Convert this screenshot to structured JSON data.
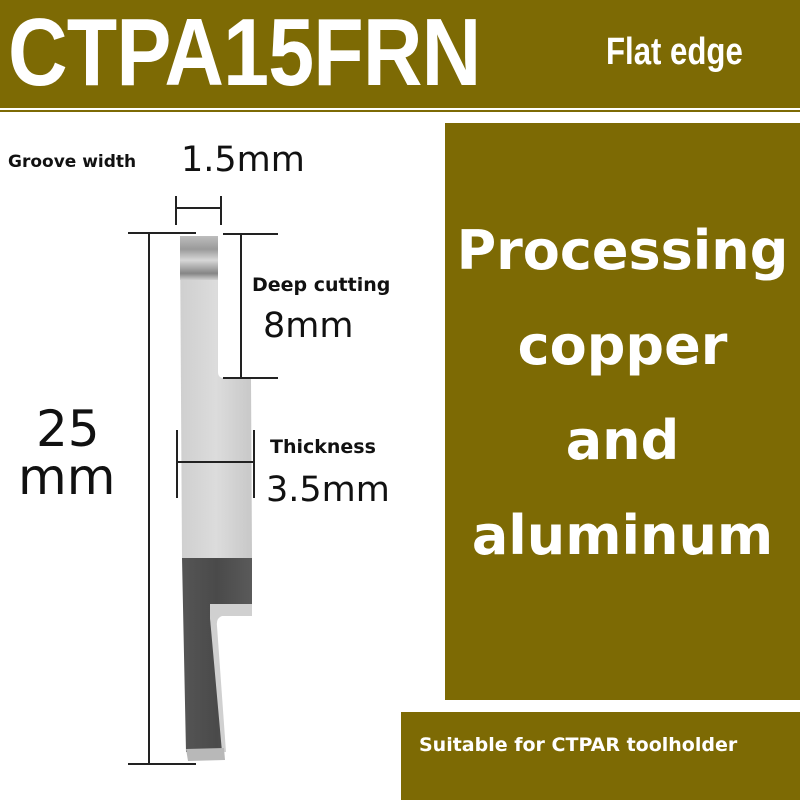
{
  "header": {
    "title": "CTPA15FRN",
    "subtitle": "Flat edge",
    "background_color": "#7d6a04"
  },
  "dimensions": {
    "groove_width": {
      "label": "Groove width",
      "value": "1.5mm"
    },
    "deep_cutting": {
      "label": "Deep cutting",
      "value": "8mm"
    },
    "thickness": {
      "label": "Thickness",
      "value": "3.5mm"
    },
    "total_length": {
      "value": "25",
      "unit": "mm"
    }
  },
  "feature_panel": {
    "lines": [
      "Processing",
      "copper",
      "and",
      "aluminum"
    ],
    "background_color": "#7d6a04"
  },
  "footer_banner": {
    "text": "Suitable for CTPAR toolholder",
    "background_color": "#7d6a04"
  },
  "product_image": {
    "icon": "grooving-insert-icon"
  }
}
